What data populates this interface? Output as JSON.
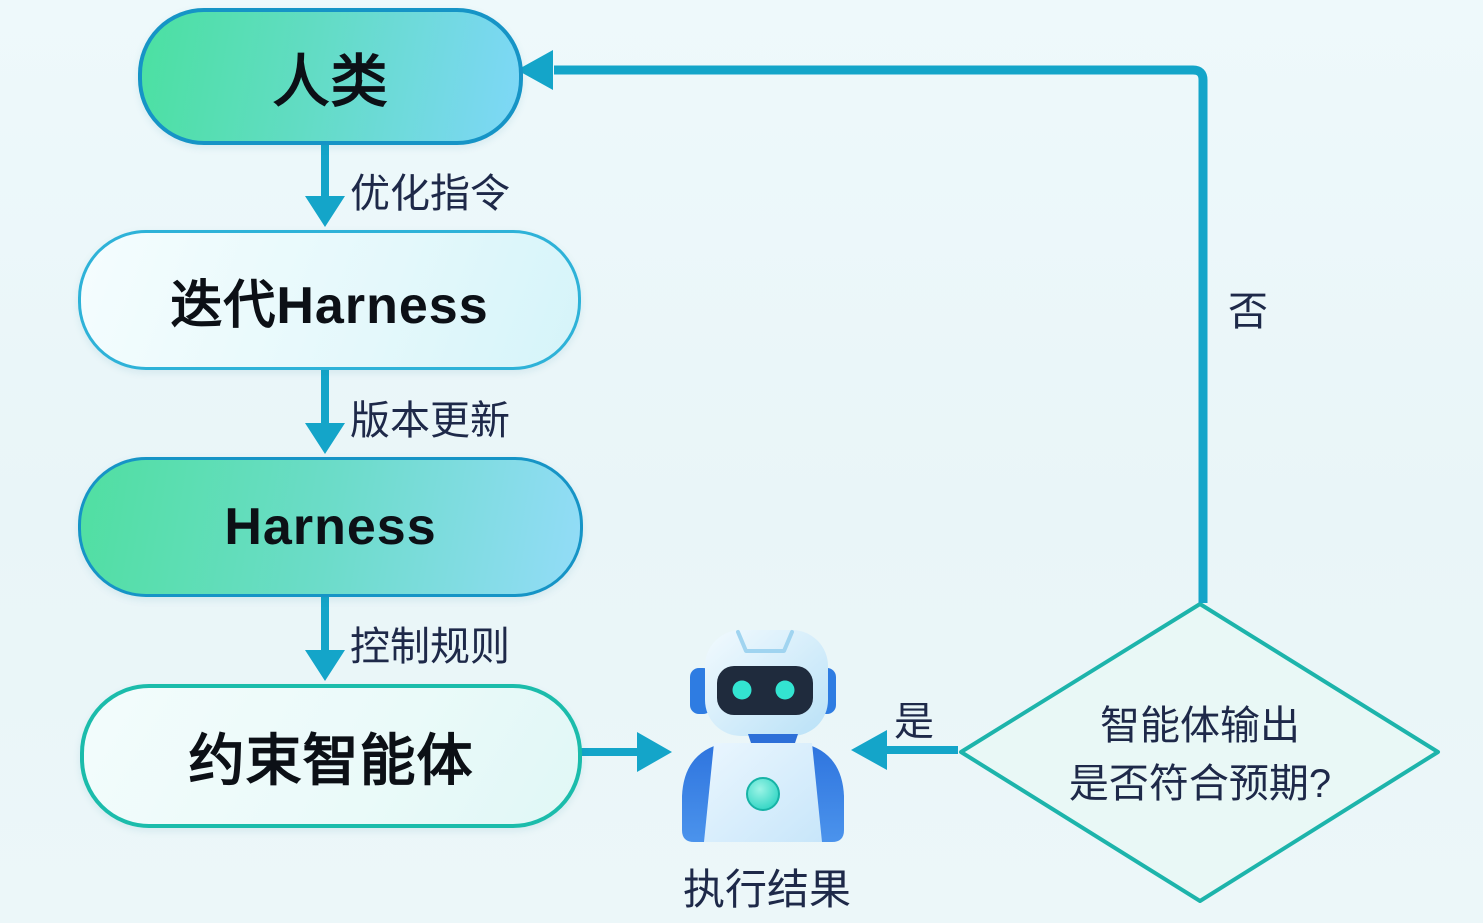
{
  "colors": {
    "background": "#ecf7fa",
    "connector": "#14a5c9",
    "diamond_border": "#1db4ab",
    "node_gradient_green": "#4be0a1",
    "node_gradient_blue": "#7ed7f8",
    "light_node_fill": "#e9f8fb",
    "label_text": "#1e2949",
    "node_text": "#0c1016",
    "robot_blue": "#3b82e4",
    "robot_teal": "#23d3c3"
  },
  "nodes": {
    "human": {
      "label": "人类"
    },
    "iterate_harness": {
      "label": "迭代Harness"
    },
    "harness": {
      "label": "Harness"
    },
    "constrained_agent": {
      "label": "约束智能体"
    },
    "decision": {
      "line1": "智能体输出",
      "line2": "是否符合预期?"
    }
  },
  "edge_labels": {
    "optimize": "优化指令",
    "version_update": "版本更新",
    "control_rules": "控制规则",
    "yes": "是",
    "no": "否",
    "execution_result": "执行结果"
  },
  "icons": {
    "robot": "robot-icon"
  }
}
